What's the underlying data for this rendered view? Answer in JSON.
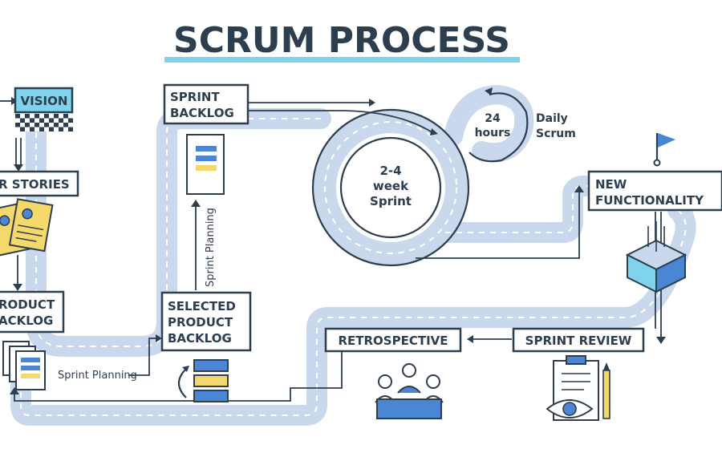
{
  "title": "SCRUM PROCESS",
  "nodes": {
    "vision": "VISION",
    "user_stories": "R STORIES",
    "product_backlog_line1": "RODUCT",
    "product_backlog_line2": "ACKLOG",
    "sprint_backlog_line1": "SPRINT",
    "sprint_backlog_line2": "BACKLOG",
    "selected_line1": "SELECTED",
    "selected_line2": "PRODUCT",
    "selected_line3": "BACKLOG",
    "sprint_line1": "2-4",
    "sprint_line2": "week",
    "sprint_line3": "Sprint",
    "hours_line1": "24",
    "hours_line2": "hours",
    "daily_line1": "Daily",
    "daily_line2": "Scrum",
    "new_func_line1": "NEW",
    "new_func_line2": "FUNCTIONALITY",
    "sprint_review": "SPRINT REVIEW",
    "retrospective": "RETROSPECTIVE"
  },
  "labels": {
    "sprint_planning_vertical": "Sprint Planning",
    "sprint_planning_horizontal": "Sprint Planning"
  },
  "icons": {
    "finish_flag": "checkered-flag-icon",
    "user_cards": "user-story-cards-icon",
    "documents": "documents-icon",
    "backlog_list": "backlog-list-icon",
    "selected_stack": "stack-cycle-icon",
    "goal_flag": "goal-flag-icon",
    "box": "product-box-icon",
    "team": "team-meeting-icon",
    "review": "clipboard-eye-icon"
  },
  "colors": {
    "ink": "#2d3e4f",
    "road": "#c9d8ec",
    "accent_blue": "#4a86d4",
    "vision_fill": "#7fd3ec",
    "card_yellow": "#f5d86b",
    "title_underline": "#7fd3ec"
  }
}
